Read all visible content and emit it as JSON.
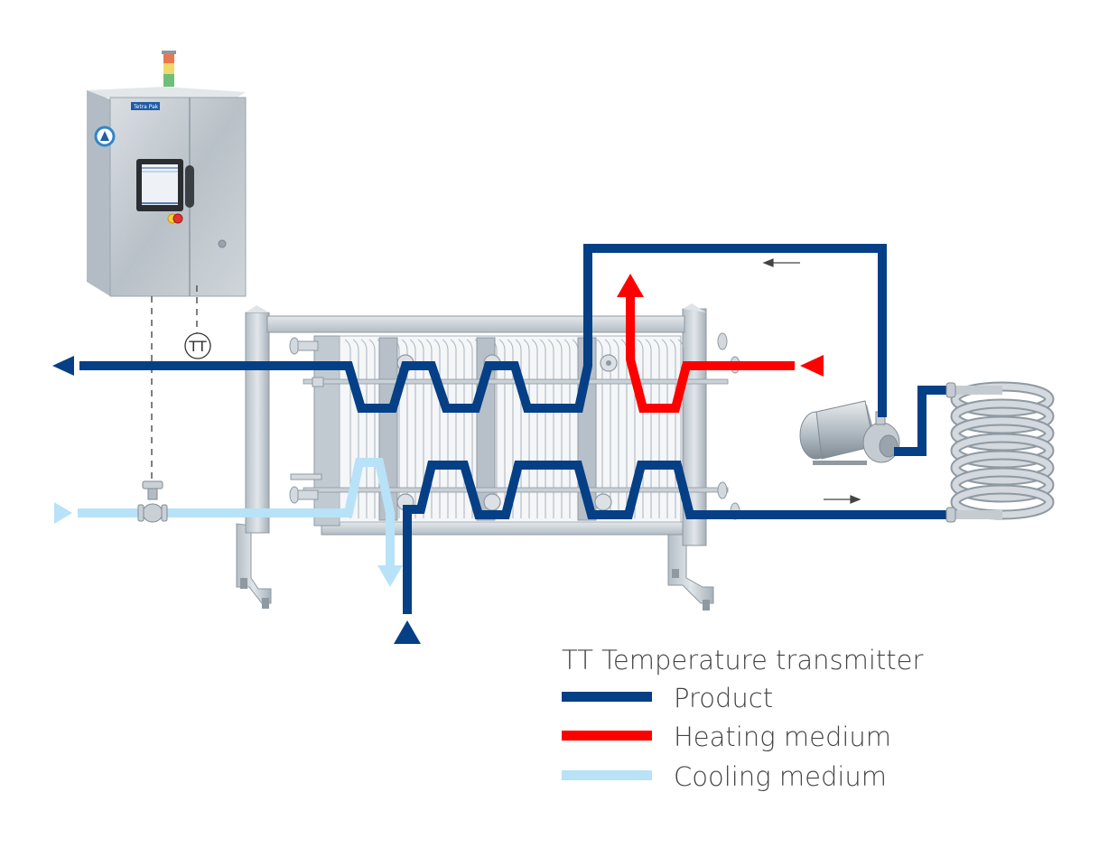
{
  "diagram": {
    "title": "Plate heat exchanger with product, heating and cooling circuits",
    "control_panel": {
      "brand_label": "Tetra Pak",
      "signal_lights": [
        "red",
        "yellow",
        "green"
      ]
    },
    "instrument": {
      "tag": "TT"
    },
    "legend": {
      "heading": "TT Temperature transmitter",
      "items": [
        {
          "label": "Product",
          "color": "#053f86"
        },
        {
          "label": "Heating medium",
          "color": "#ff0000"
        },
        {
          "label": "Cooling medium",
          "color": "#b8e2f7"
        }
      ]
    },
    "colors": {
      "product": "#053f86",
      "heating": "#ff0000",
      "cooling": "#b8e2f7",
      "frame": "#c9d1d7",
      "frame_dark": "#9aa6af",
      "plates": "#eef2f5",
      "panel": "#c5ccd2"
    }
  }
}
